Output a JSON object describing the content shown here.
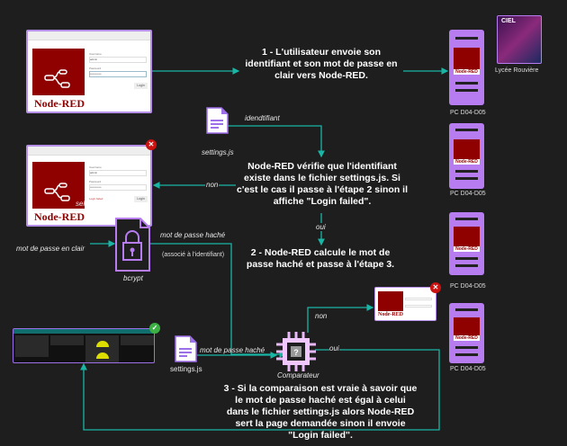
{
  "steps": {
    "step1": "1 - L'utilisateur envoie son identifiant et son mot de passe en clair vers Node-RED.",
    "verify": "Node-RED vérifie que l'identifiant existe dans le fichier settings.js. Si c'est le cas il passe à l'étape 2 sinon il affiche \"Login failed\".",
    "step2": "2 - Node-RED calcule le mot de passe haché et passe à l'étape 3.",
    "step3": "3 - Si la comparaison est vraie à savoir que le mot de passe haché est égal à celui dans le fichier settings.js alors Node-RED sert la page demandée sinon il envoie \"Login failed\"."
  },
  "labels": {
    "identifiant": "idendtifiant",
    "non1": "non",
    "oui1": "oui",
    "sel": "sel",
    "mdp_clair": "mot de passe en clair",
    "mdp_hache": "mot de passe haché",
    "associe": "(associé à l'identifiant)",
    "non2": "non",
    "oui2": "oui",
    "mdp_hache2": "mot de passe haché"
  },
  "nodes": {
    "settings1": "settings.js",
    "settings2": "settings.js",
    "bcrypt": "bcrypt",
    "comparateur": "Comparateur",
    "server_label": "PC D04-D05",
    "lycee": "Lycée Rouvière",
    "ciel": "CIEL"
  },
  "login": {
    "brand": "Node-RED",
    "username_label": "Username",
    "username_value": "admin",
    "password_label": "Password",
    "password_value": "••••••••••••",
    "button": "Login",
    "error": "Login failed"
  },
  "colors": {
    "wire": "#19b5a5",
    "accent": "#b77cf0",
    "nodered": "#8f0000",
    "error": "#cc1111",
    "success": "#3cb043"
  }
}
